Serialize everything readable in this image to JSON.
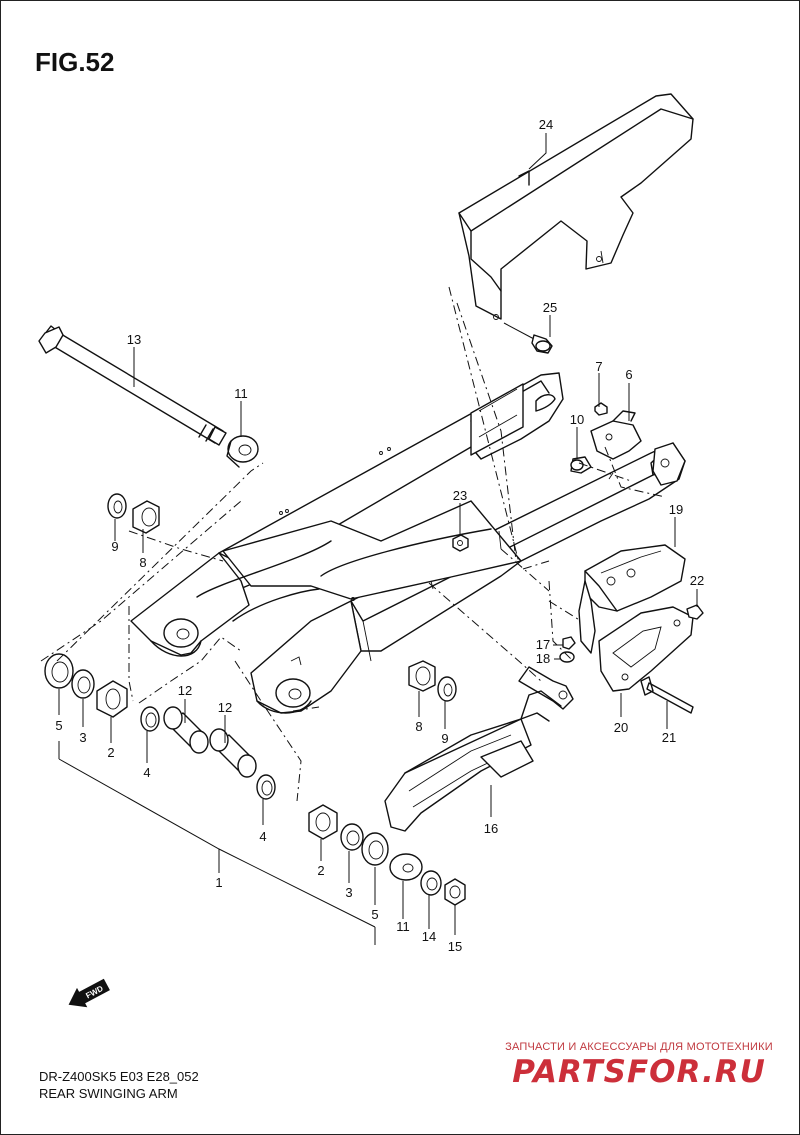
{
  "figure": {
    "title": "FIG.52",
    "model_code": "DR-Z400SK5 E03 E28_052",
    "caption": "REAR SWINGING ARM"
  },
  "fwd_marker": {
    "label": "FWD",
    "icon": "forward-arrow-icon"
  },
  "callouts": [
    "24",
    "25",
    "13",
    "11",
    "7",
    "6",
    "10",
    "9",
    "8",
    "23",
    "19",
    "22",
    "17",
    "18",
    "12",
    "12",
    "5",
    "3",
    "2",
    "4",
    "8",
    "9",
    "4",
    "16",
    "20",
    "21",
    "1",
    "2",
    "3",
    "5",
    "11",
    "14",
    "15"
  ],
  "watermark": {
    "caption": "ЗАПЧАСТИ И АКСЕССУАРЫ ДЛЯ МОТОТЕХНИКИ",
    "logo_text": "PARTSFOR.RU",
    "color": "#cc2f3a"
  }
}
